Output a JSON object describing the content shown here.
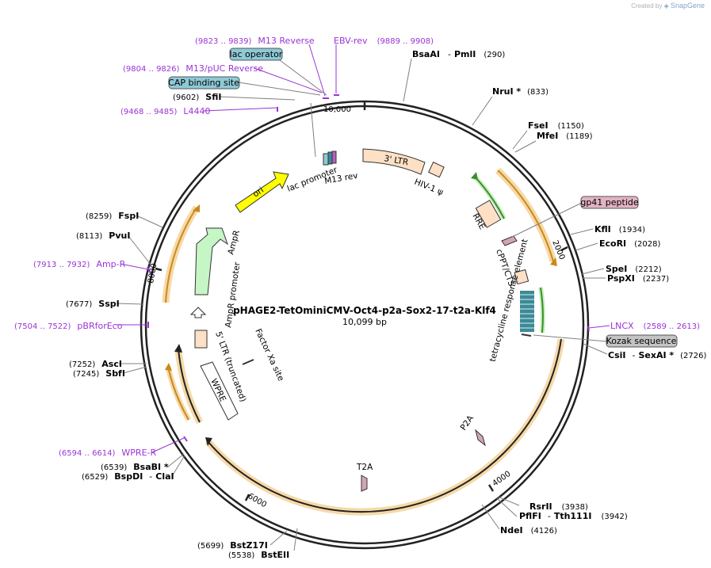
{
  "credit": {
    "prefix": "Created by",
    "brand": "SnapGene"
  },
  "plasmid": {
    "name": "pHAGE2-TetOminiCMV-Oct4-p2a-Sox2-17-t2a-Klf4",
    "length": "10,099 bp"
  },
  "ticks": [
    "10,000",
    "2000",
    "4000",
    "6000",
    "8000"
  ],
  "sites": [
    {
      "name": "BsaAI",
      "name2": "PmlI",
      "pos": "(290)"
    },
    {
      "name": "NruI *",
      "pos": "(833)"
    },
    {
      "name": "FseI",
      "pos": "(1150)"
    },
    {
      "name": "MfeI",
      "pos": "(1189)"
    },
    {
      "name": "KflI",
      "pos": "(1934)"
    },
    {
      "name": "EcoRI",
      "pos": "(2028)"
    },
    {
      "name": "SpeI",
      "pos": "(2212)"
    },
    {
      "name": "PspXI",
      "pos": "(2237)"
    },
    {
      "name": "CsiI",
      "name2": "SexAI *",
      "pos": "(2726)"
    },
    {
      "name": "RsrII",
      "pos": "(3938)"
    },
    {
      "name": "PflFI",
      "name2": "Tth111I",
      "pos": "(3942)"
    },
    {
      "name": "NdeI",
      "pos": "(4126)"
    },
    {
      "name": "BstZ17I",
      "pos": "(5699)"
    },
    {
      "name": "BstEII",
      "pos": "(5538)"
    },
    {
      "name": "BsaBI *",
      "pos": "(6539)"
    },
    {
      "name": "BspDI",
      "name2": "ClaI",
      "pos": "(6529)"
    },
    {
      "name": "AscI",
      "pos": "(7252)"
    },
    {
      "name": "SbfI",
      "pos": "(7245)"
    },
    {
      "name": "SspI",
      "pos": "(7677)"
    },
    {
      "name": "PvuI",
      "pos": "(8113)"
    },
    {
      "name": "FspI",
      "pos": "(8259)"
    },
    {
      "name": "SfiI",
      "pos": "(9602)"
    }
  ],
  "primers": [
    {
      "name": "M13 Reverse",
      "range": "(9823 .. 9839)"
    },
    {
      "name": "EBV-rev",
      "range": "(9889 .. 9908)"
    },
    {
      "name": "M13/pUC Reverse",
      "range": "(9804 .. 9826)"
    },
    {
      "name": "L4440",
      "range": "(9468 .. 9485)"
    },
    {
      "name": "Amp-R",
      "range": "(7913 .. 7932)"
    },
    {
      "name": "pBRforEco",
      "range": "(7504 .. 7522)"
    },
    {
      "name": "WPRE-R",
      "range": "(6594 .. 6614)"
    },
    {
      "name": "LNCX",
      "range": "(2589 .. 2613)"
    }
  ],
  "boxed": [
    {
      "name": "lac operator",
      "color": "#8ec9d6"
    },
    {
      "name": "CAP binding site",
      "color": "#8ec9d6"
    },
    {
      "name": "gp41 peptide",
      "color": "#e2b3c4"
    },
    {
      "name": "Kozak sequence",
      "color": "#c4c4c4"
    }
  ],
  "features": [
    "3' LTR",
    "HIV-1 ψ",
    "RRE",
    "cPPT/CTS",
    "tetracycline response element",
    "P2A",
    "T2A",
    "ori",
    "lac promoter",
    "M13 rev",
    "AmpR",
    "AmpR promoter",
    "5' LTR (truncated)",
    "WPRE",
    "Factor Xa site"
  ],
  "colors": {
    "backbone": "#222222",
    "orf": "#f3c98a",
    "ori": "#ffff00",
    "ampr": "#c6f5c6",
    "ltr": "#fde0c5",
    "primer": "#9b33d6",
    "peptide": "#d4a3b8",
    "tre": "#3c8a96"
  }
}
